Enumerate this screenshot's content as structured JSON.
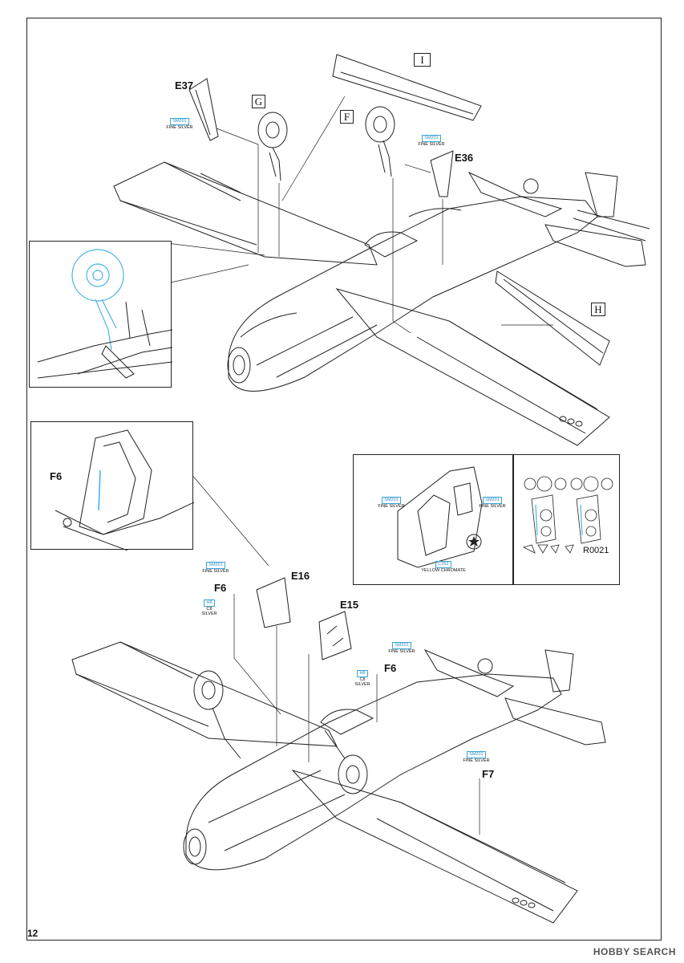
{
  "page_number": "12",
  "watermark": "HOBBY SEARCH",
  "part_labels": {
    "e37": "E37",
    "g": "G",
    "i": "I",
    "f": "F",
    "e36": "E36",
    "h": "H",
    "f6_inset": "F6",
    "e16": "E16",
    "f6_a": "F6",
    "e15": "E15",
    "f6_b": "F6",
    "f7": "F7"
  },
  "paints": {
    "sm201": "SM201",
    "fine_silver": "FINE SILVER",
    "h8": "H8",
    "c8": "C8",
    "silver": "SILVER",
    "c352": "C352",
    "yellow_chromate": "YELLOW CHROMATE"
  },
  "mask_code": "R0021",
  "colors": {
    "callout": "#2a8fc8",
    "highlight": "#49b4e6",
    "line": "#222222"
  }
}
